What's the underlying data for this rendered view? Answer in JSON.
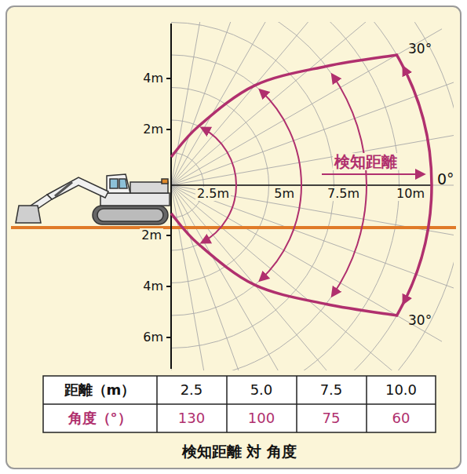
{
  "diagram": {
    "caption": "検知距離 対 角度",
    "labels": [
      "4m",
      "2m",
      "2m",
      "4m",
      "6m",
      "2.5m",
      "5m",
      "7.5m",
      "10m",
      "検知距離",
      "0°",
      "30°",
      "30°",
      "距離（m）",
      "2.5",
      "5.0",
      "7.5",
      "10.0",
      "角度（°）",
      "130",
      "100",
      "75",
      "60"
    ]
  }
}
